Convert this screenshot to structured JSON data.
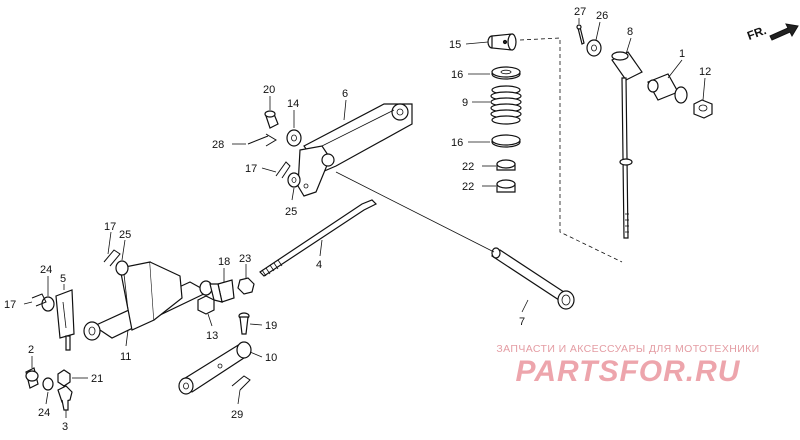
{
  "direction_label": "FR.",
  "callouts": {
    "c1": "1",
    "c2": "2",
    "c3": "3",
    "c4": "4",
    "c5": "5",
    "c6": "6",
    "c7": "7",
    "c8": "8",
    "c9": "9",
    "c10": "10",
    "c11": "11",
    "c12": "12",
    "c13": "13",
    "c14": "14",
    "c15": "15",
    "c16a": "16",
    "c16b": "16",
    "c17a": "17",
    "c17b": "17",
    "c17c": "17",
    "c18": "18",
    "c19": "19",
    "c20": "20",
    "c21": "21",
    "c22a": "22",
    "c22b": "22",
    "c23": "23",
    "c24a": "24",
    "c24b": "24",
    "c25a": "25",
    "c25b": "25",
    "c26": "26",
    "c27": "27",
    "c28": "28",
    "c29": "29"
  },
  "watermark": {
    "tagline": "ЗАПЧАСТИ И АКСЕССУАРЫ ДЛЯ МОТОТЕХНИКИ",
    "brand": "PARTSFOR.RU"
  }
}
